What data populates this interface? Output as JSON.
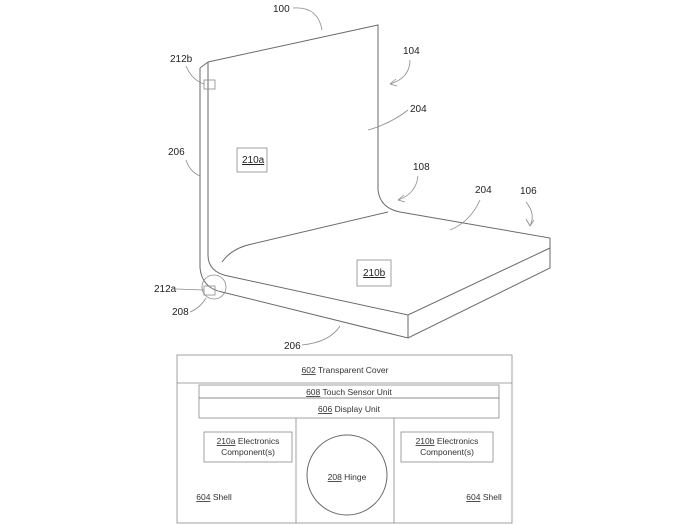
{
  "device": {
    "ref_device": "100",
    "ref_first_panel": "104",
    "ref_second_panel": "106",
    "ref_display_top": "204",
    "ref_display_bottom": "204",
    "ref_bend": "108",
    "ref_edge_left": "206",
    "ref_edge_bottom": "206",
    "ref_hinge": "208",
    "ref_electronics_a": "210a",
    "ref_electronics_b": "210b",
    "ref_sensor_b": "212b",
    "ref_sensor_a": "212a"
  },
  "cross_section": {
    "cover_num": "602",
    "cover_text": " Transparent Cover",
    "touch_num": "608",
    "touch_text": " Touch Sensor Unit",
    "display_num": "606",
    "display_text": " Display Unit",
    "elec_a_num": "210a",
    "elec_a_text1": " Electronics",
    "elec_a_text2": "Component(s)",
    "elec_b_num": "210b",
    "elec_b_text1": " Electronics",
    "elec_b_text2": "Component(s)",
    "hinge_num": "208",
    "hinge_text": " Hinge",
    "shell_left_num": "604",
    "shell_left_text": " Shell",
    "shell_right_num": "604",
    "shell_right_text": " Shell"
  }
}
